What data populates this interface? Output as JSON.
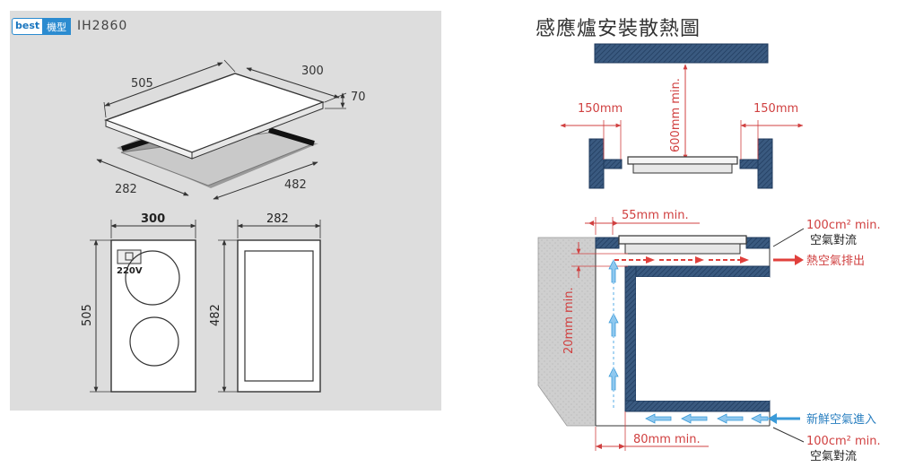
{
  "header": {
    "logo_text": "best",
    "logo_sub": "機型",
    "model": "IH2860",
    "diagram_title": "感應爐安裝散熱圖"
  },
  "iso_view": {
    "dim_505": "505",
    "dim_300": "300",
    "dim_70": "70",
    "dim_282": "282",
    "dim_482": "482"
  },
  "top_view": {
    "dim_300": "300",
    "dim_505": "505",
    "voltage": "220V"
  },
  "cutout_view": {
    "dim_282": "282",
    "dim_482": "482"
  },
  "upper_diagram": {
    "left_clearance": "150mm",
    "right_clearance": "150mm",
    "top_clearance": "600mm min."
  },
  "lower_diagram": {
    "top_gap": "55mm min.",
    "side_gap": "20mm min.",
    "bottom_gap": "80mm min.",
    "vent_top_area": "100cm² min.",
    "vent_top_label": "空氣對流",
    "hot_air_out": "熱空氣排出",
    "fresh_air_in": "新鮮空氣進入",
    "vent_bottom_area": "100cm² min.",
    "vent_bottom_label": "空氣對流"
  },
  "colors": {
    "cabinet": "#3a5a80",
    "cabinet_dark": "#1f3a5c",
    "hot_air": "#e0403c",
    "fresh_air": "#3a9ad8",
    "dim_red": "#d04040",
    "panel_bg": "#dddddd"
  }
}
